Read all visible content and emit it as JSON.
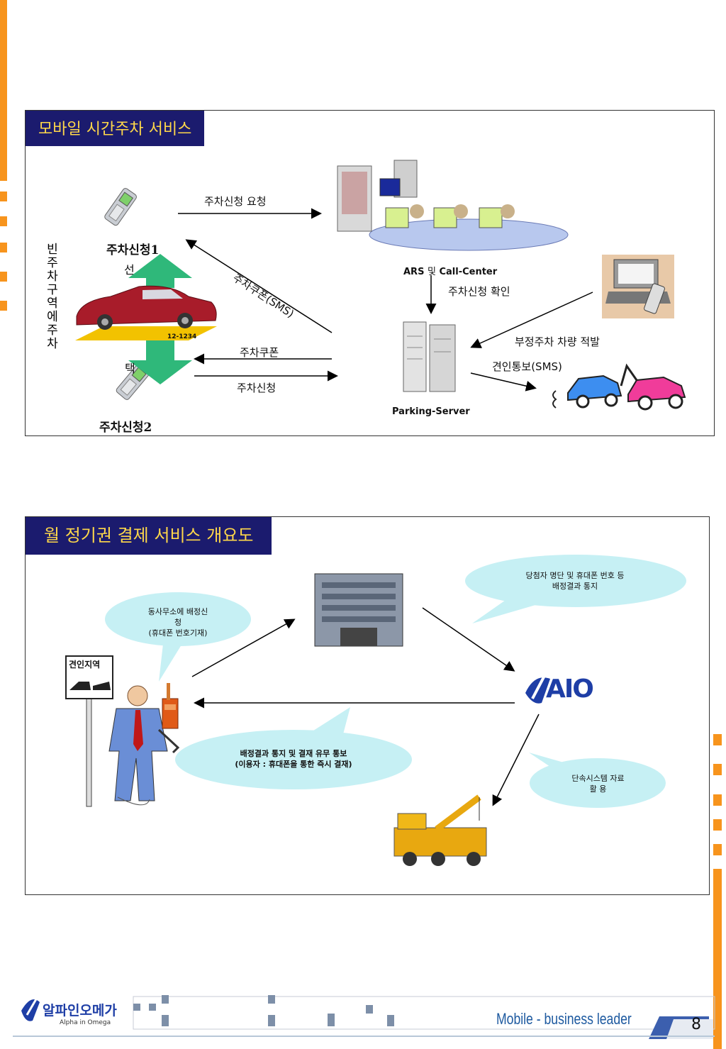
{
  "panel1": {
    "title": "모바일 시간주차 서비스",
    "phone1_label": "주차신청1",
    "phone2_label": "주차신청2",
    "vertical_text": [
      "빈",
      "주",
      "차",
      "구",
      "역",
      "에",
      "주",
      "차"
    ],
    "arrow_up_text": "선",
    "arrow_down_text": "택",
    "license_plate": "12-1234",
    "request_label": "주차신청 요청",
    "coupon_sms_label": "주차쿠폰(SMS)",
    "coupon_label": "주차쿠폰",
    "apply_label": "주차신청",
    "ars_label_a": "ARS",
    "ars_label_b": "및",
    "ars_label_c": "Call-Center",
    "confirm_label": "주차신청 확인",
    "illegal_label": "부정주차 차량 적발",
    "tow_label": "견인통보(SMS)",
    "server_label": "Parking-Server"
  },
  "panel2": {
    "title": "월 정기권 결제 서비스 개요도",
    "bubble_office": [
      "동사무소에 배정신",
      "청",
      "(휴대폰 번호기재)"
    ],
    "bubble_winner": [
      "당첨자 명단 및 휴대폰 번호 등",
      "배정결과 통지"
    ],
    "bubble_result": [
      "배정결과 통지 및 결재 유무 통보",
      "(이용자 : 휴대폰을 통한 즉시 결재)"
    ],
    "bubble_system": [
      "단속시스템 자료",
      "활     용"
    ],
    "sign_text": "견인지역",
    "logo_text": "AIO"
  },
  "footer": {
    "company_name": "알파인오메가",
    "company_sub": "Alpha in Omega",
    "tagline": "Mobile - business leader",
    "page_number": "8"
  },
  "colors": {
    "accent_orange": "#f7941d",
    "title_bg": "#1b1b6e",
    "title_text": "#ffd84a",
    "bubble": "#c6f0f4",
    "arrow_green": "#2fb87a"
  }
}
